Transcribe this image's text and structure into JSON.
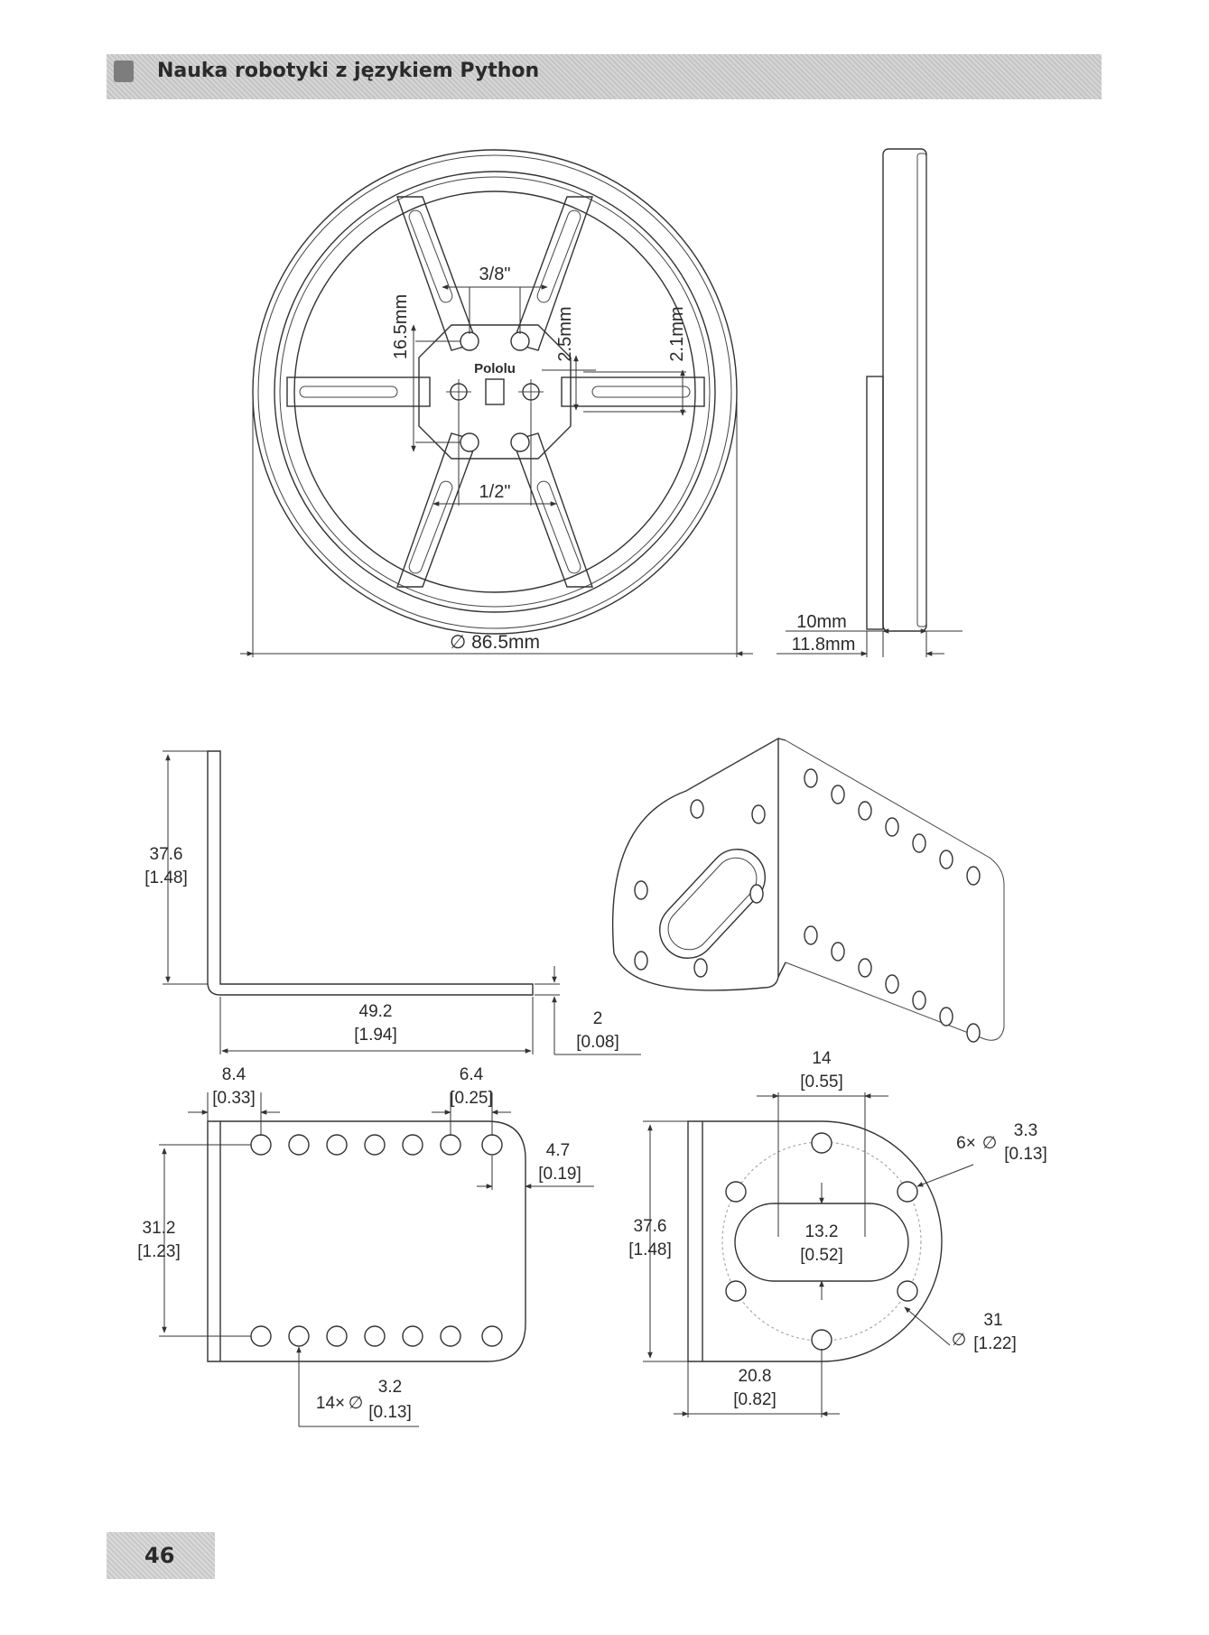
{
  "header": {
    "title": "Nauka robotyki z językiem Python"
  },
  "footer": {
    "page_number": "46"
  },
  "wheel_drawing": {
    "logo": "Pololu",
    "dim_3_8": "3/8\"",
    "dim_1_2": "1/2\"",
    "dim_16_5": "16.5mm",
    "dim_2_5": "2.5mm",
    "dim_2_1": "2.1mm",
    "diameter": "∅ 86.5mm",
    "width_10": "10mm",
    "width_11_8": "11.8mm"
  },
  "bracket_drawing": {
    "height_mm": "37.6",
    "height_in": "[1.48]",
    "length_mm": "49.2",
    "length_in": "[1.94]",
    "thickness_mm": "2",
    "thickness_in": "[0.08]",
    "edge_left_mm": "8.4",
    "edge_left_in": "[0.33]",
    "edge_right_mm": "6.4",
    "edge_right_in": "[0.25]",
    "edge_side_mm": "4.7",
    "edge_side_in": "[0.19]",
    "row_spacing_mm": "31.2",
    "row_spacing_in": "[1.23]",
    "small_holes_count": "14×",
    "small_holes_dia_mm": "3.2",
    "small_holes_dia_in": "[0.13]",
    "slot_width_mm": "14",
    "slot_width_in": "[0.55]",
    "mount_holes_count": "6×",
    "mount_holes_dia_mm": "3.3",
    "mount_holes_dia_in": "[0.13]",
    "slot_height_mm": "13.2",
    "slot_height_in": "[0.52]",
    "plate_height_mm": "37.6",
    "plate_height_in": "[1.48]",
    "bolt_circle_mm": "31",
    "bolt_circle_in": "[1.22]",
    "offset_mm": "20.8",
    "offset_in": "[0.82]",
    "diameter_symbol": "∅"
  }
}
